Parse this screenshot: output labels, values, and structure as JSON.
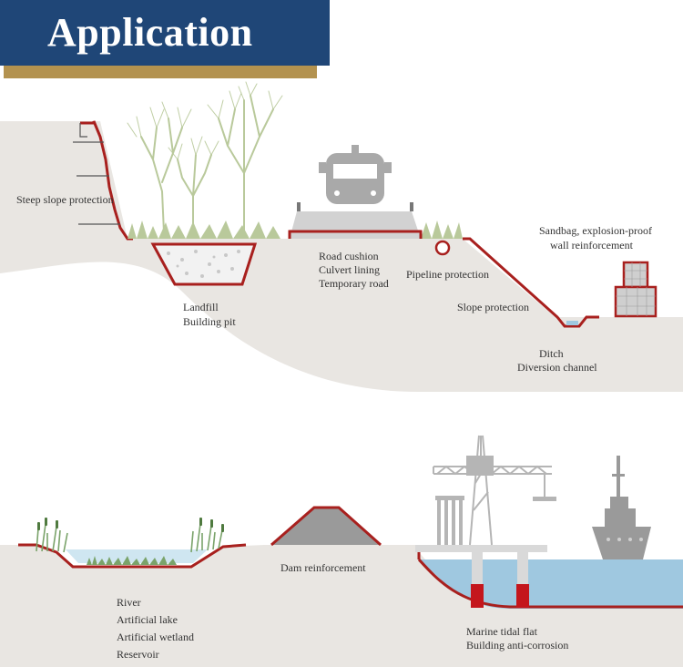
{
  "header": {
    "title": "Application"
  },
  "labels": {
    "steep_slope": "Steep slope protection",
    "landfill": "Landfill",
    "building_pit": "Building pit",
    "road_cushion": "Road cushion",
    "culvert_lining": "Culvert lining",
    "temporary_road": "Temporary road",
    "pipeline": "Pipeline protection",
    "sandbag_1": "Sandbag, explosion-proof",
    "sandbag_2": "wall reinforcement",
    "slope_protection": "Slope protection",
    "ditch": "Ditch",
    "diversion": "Diversion channel",
    "dam": "Dam reinforcement",
    "river": "River",
    "artificial_lake": "Artificial lake",
    "artificial_wetland": "Artificial wetland",
    "reservoir": "Reservoir",
    "marine": "Marine tidal flat",
    "anti_corrosion": "Building anti-corrosion"
  },
  "colors": {
    "header_bg": "#1f4677",
    "header_accent": "#b3924f",
    "ground": "#e9e6e2",
    "geotextile_line": "#a8201e",
    "vegetation": "#b9c99b",
    "water": "#9fc8e0",
    "structure_gray": "#9a9a9a"
  }
}
